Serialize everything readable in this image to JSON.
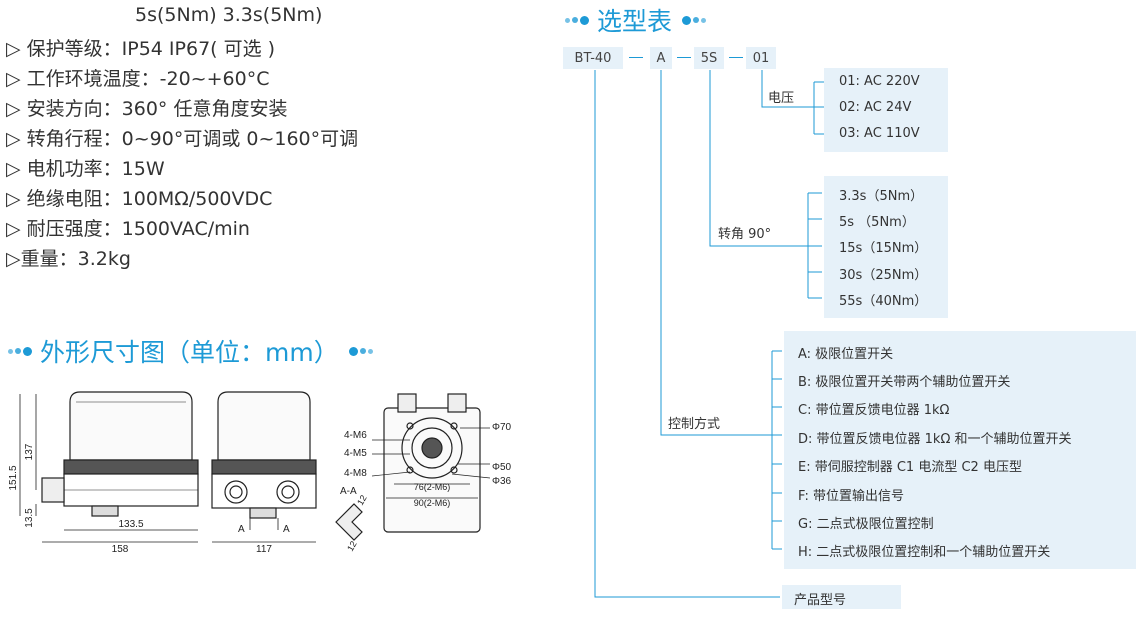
{
  "specs": {
    "torque_line": "5s(5Nm)  3.3s(5Nm)",
    "items": [
      "▷ 保护等级：IP54   IP67( 可选 )",
      "▷ 工作环境温度：-20~+60°C",
      "▷ 安装方向：360° 任意角度安装",
      "▷ 转角行程：0~90°可调或 0~160°可调",
      "▷ 电机功率：15W",
      "▷ 绝缘电阻：100MΩ/500VDC",
      "▷ 耐压强度：1500VAC/min",
      "▷重量：3.2kg"
    ]
  },
  "dimension_section": {
    "title": "外形尺寸图（单位：mm）",
    "front": {
      "h_total": "151.5",
      "h_body": "137",
      "h_base": "13.5",
      "w_inner": "133.5",
      "w_total": "158"
    },
    "side": {
      "w": "117",
      "section_a1": "A",
      "section_a2": "A"
    },
    "bottom": {
      "m6": "4-M6",
      "m5": "4-M5",
      "m8": "4-M8",
      "phi70": "Φ70",
      "phi50": "Φ50",
      "phi36": "Φ36",
      "d76": "76(2-M6)",
      "d90": "90(2-M6)"
    },
    "section": {
      "label": "A-A",
      "dim1": "12",
      "dim2": "12"
    }
  },
  "selection": {
    "title": "选型表",
    "code": {
      "model": "BT-40",
      "control": "A",
      "time": "5S",
      "voltage": "01"
    },
    "voltage": {
      "label": "电压",
      "options": [
        "01:  AC 220V",
        "02:  AC 24V",
        "03:  AC 110V"
      ]
    },
    "rotation": {
      "label": "转角 90°",
      "options": [
        "3.3s（5Nm）",
        "5s  （5Nm）",
        "15s（15Nm）",
        "30s（25Nm）",
        "55s（40Nm）"
      ]
    },
    "control": {
      "label": "控制方式",
      "options": [
        "A: 极限位置开关",
        "B: 极限位置开关带两个辅助位置开关",
        "C: 带位置反馈电位器 1kΩ",
        "D: 带位置反馈电位器 1kΩ 和一个辅助位置开关",
        "E: 带伺服控制器  C1 电流型   C2 电压型",
        "F: 带位置输出信号",
        "G: 二点式极限位置控制",
        "H: 二点式极限位置控制和一个辅助位置开关"
      ]
    },
    "model_label": "产品型号"
  },
  "colors": {
    "accent": "#1d9ad6",
    "box": "#e6f1f9"
  }
}
